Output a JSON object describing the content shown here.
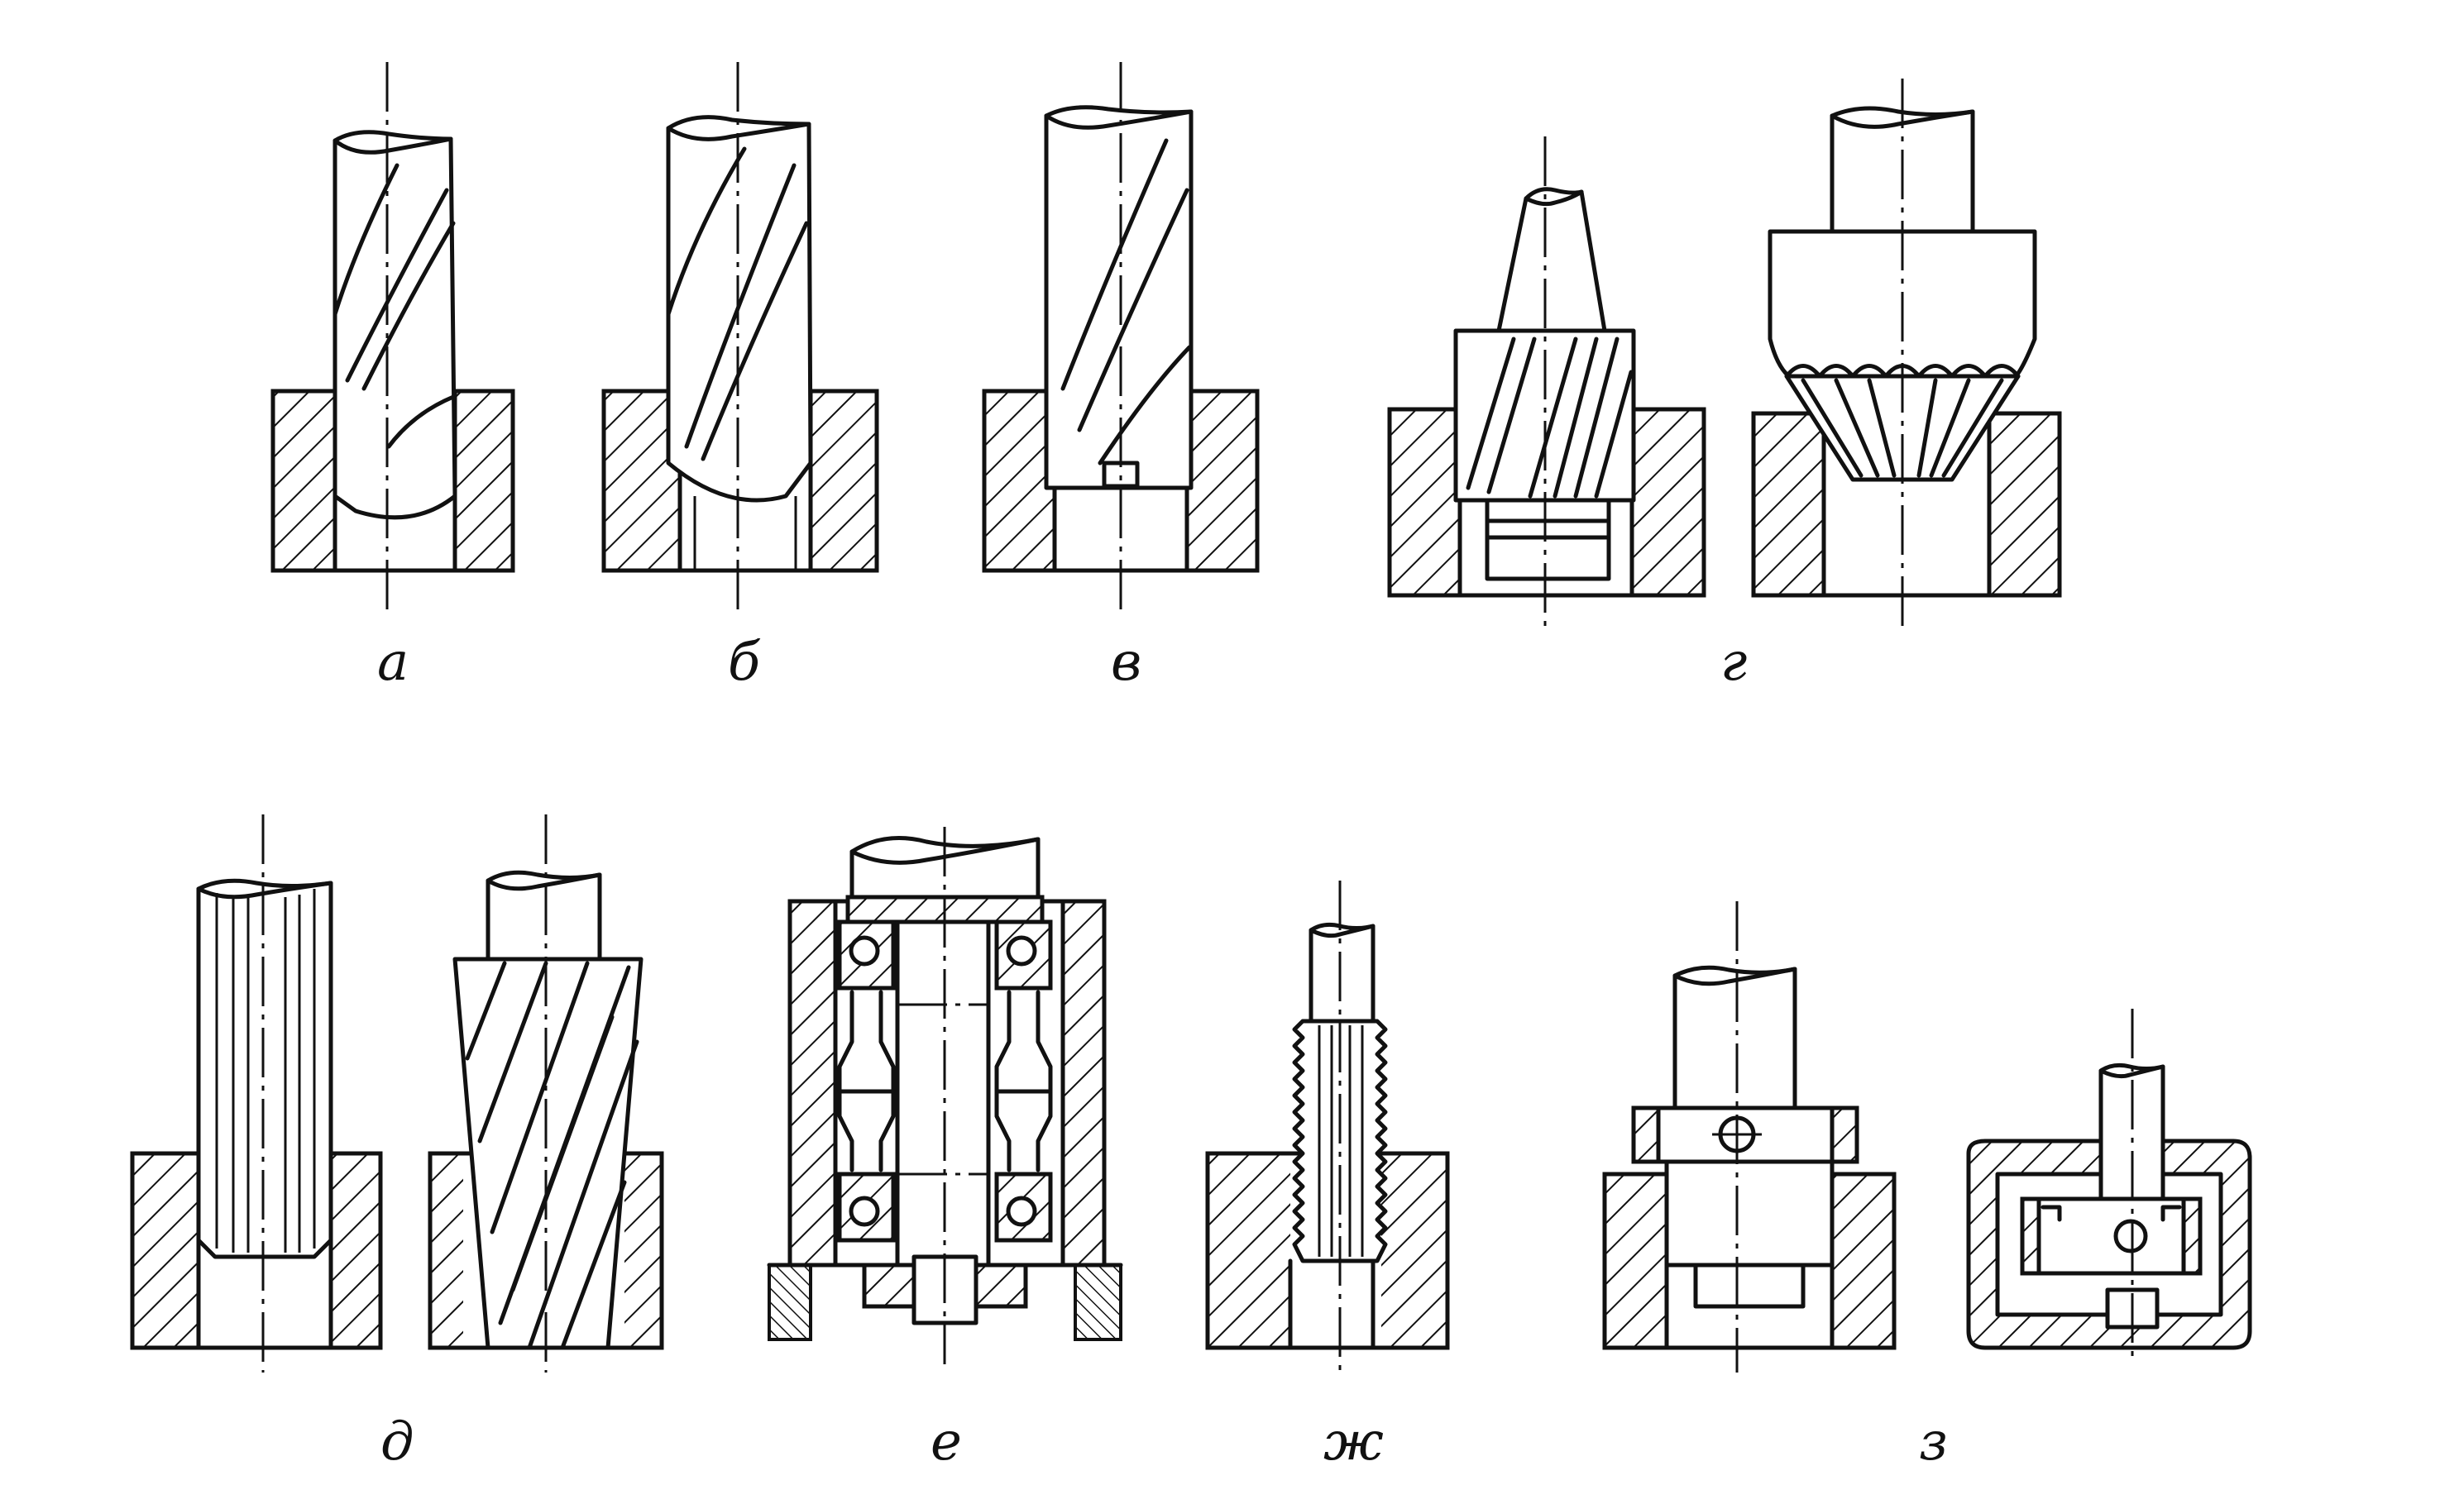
{
  "figure": {
    "labels": [
      "а",
      "б",
      "в",
      "г",
      "д",
      "е",
      "ж",
      "з"
    ]
  }
}
